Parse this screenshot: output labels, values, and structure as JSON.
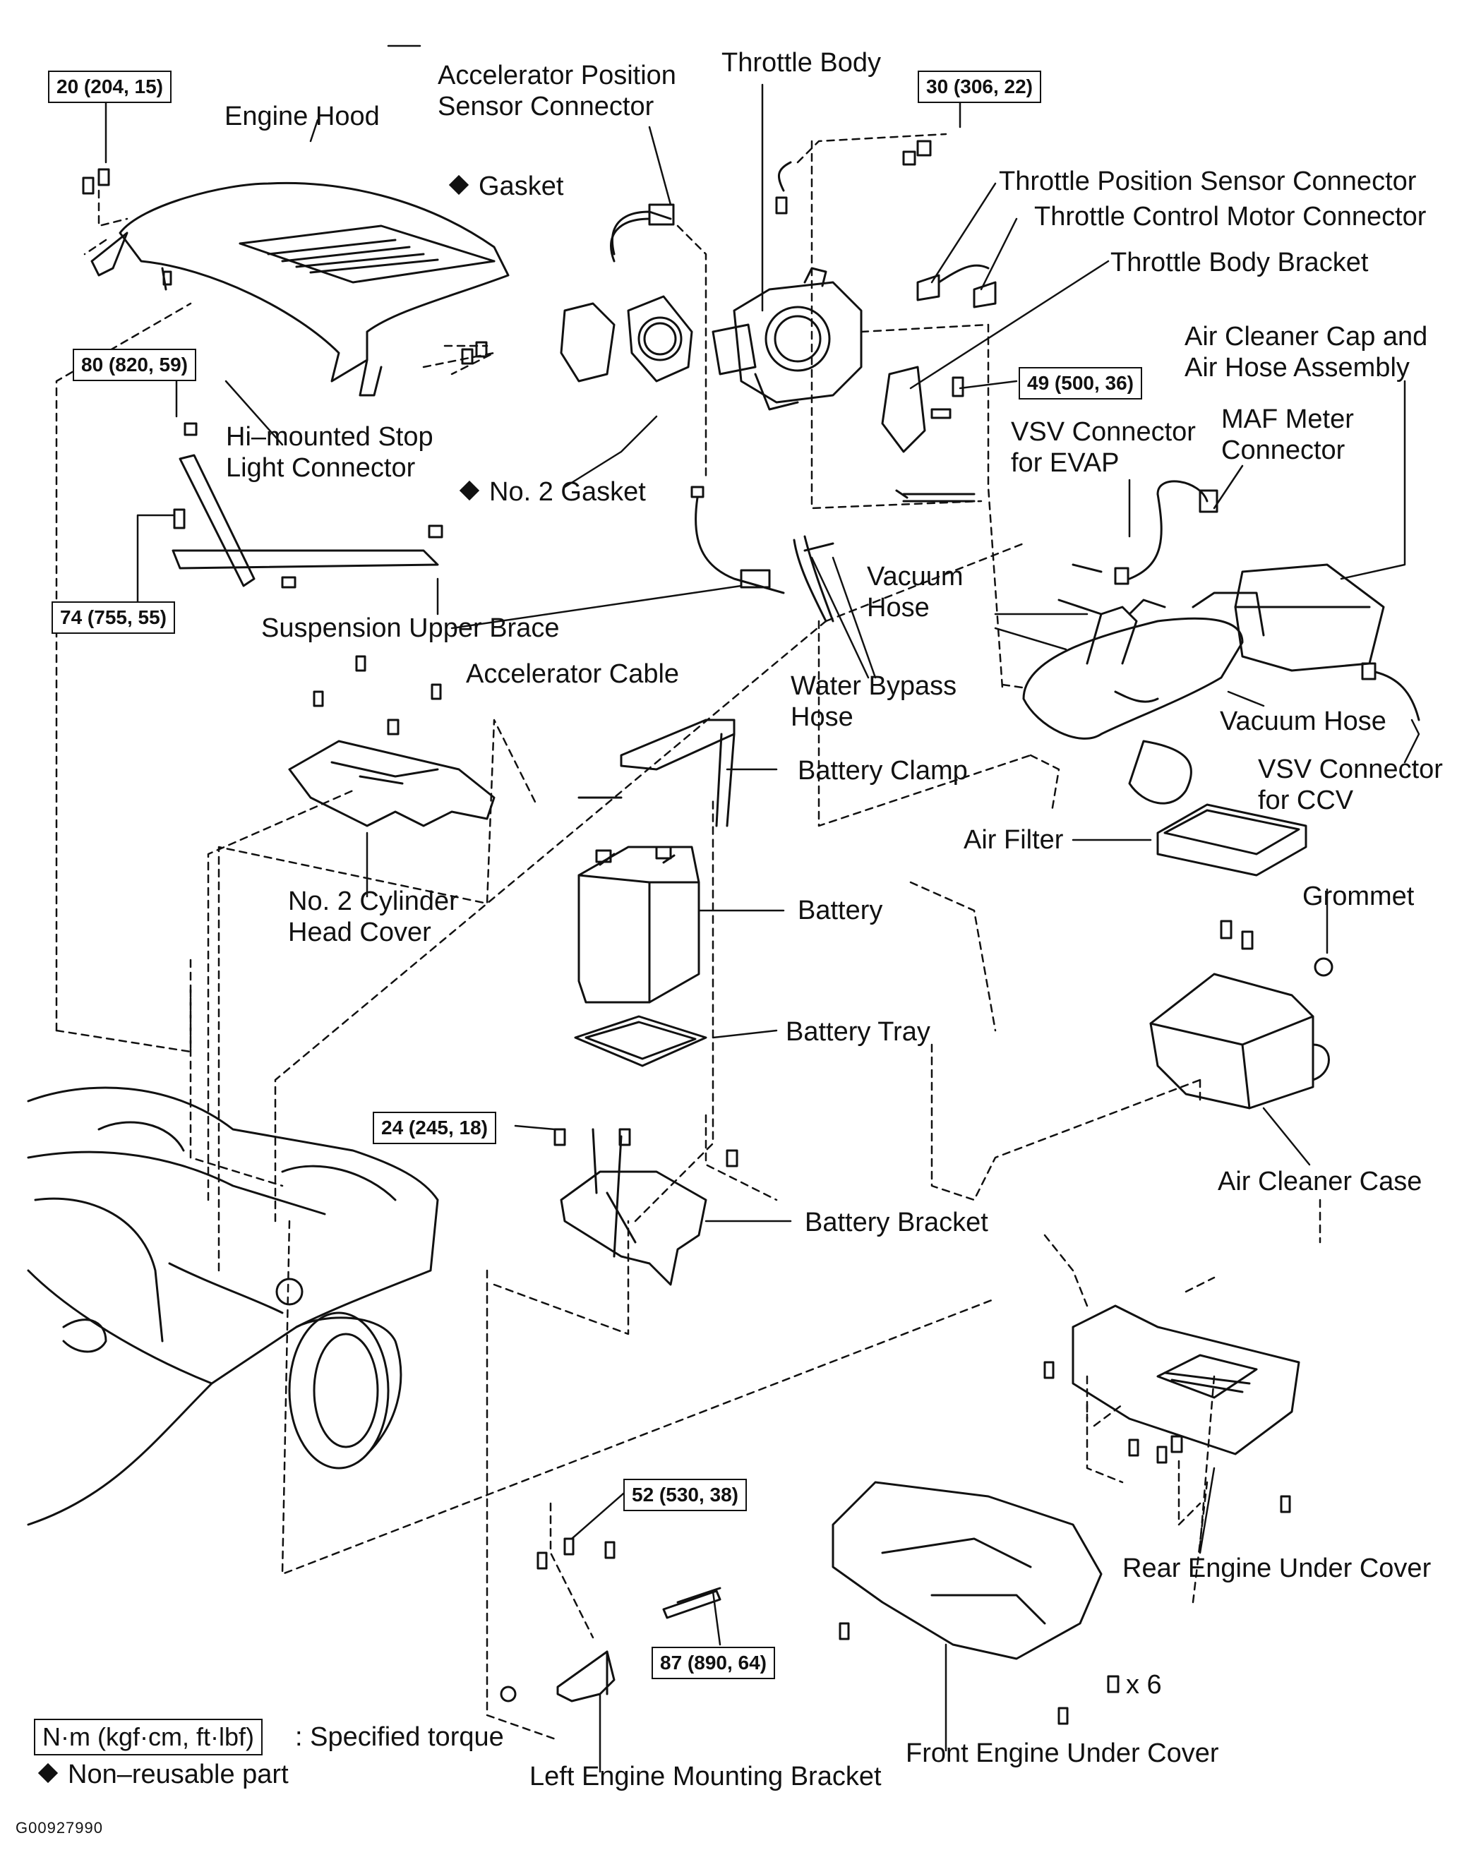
{
  "diagram_id": "G00927990",
  "labels": {
    "engine_hood": "Engine Hood",
    "accel_sensor_connector": "Accelerator Position\nSensor Connector",
    "throttle_body": "Throttle Body",
    "gasket": "Gasket",
    "tps_connector": "Throttle Position Sensor Connector",
    "tcm_connector": "Throttle Control Motor Connector",
    "throttle_body_bracket": "Throttle Body Bracket",
    "air_cleaner_cap": "Air Cleaner Cap and\nAir Hose Assembly",
    "vsv_evap": "VSV Connector\nfor EVAP",
    "maf_connector": "MAF Meter\nConnector",
    "stop_light_connector": "Hi–mounted Stop\nLight Connector",
    "no2_gasket": "No. 2 Gasket",
    "vacuum_hose_1": "Vacuum\nHose",
    "suspension_brace": "Suspension Upper Brace",
    "accelerator_cable": "Accelerator Cable",
    "water_bypass_hose": "Water Bypass\nHose",
    "vacuum_hose_2": "Vacuum Hose",
    "vsv_ccv": "VSV Connector\nfor CCV",
    "battery_clamp": "Battery Clamp",
    "air_filter": "Air Filter",
    "grommet": "Grommet",
    "cylinder_head_cover": "No. 2 Cylinder\nHead Cover",
    "battery": "Battery",
    "battery_tray": "Battery Tray",
    "air_cleaner_case": "Air Cleaner Case",
    "battery_bracket": "Battery Bracket",
    "rear_under_cover": "Rear Engine Under Cover",
    "front_under_cover": "Front Engine Under Cover",
    "left_mount_bracket": "Left Engine Mounting Bracket",
    "x6": "x 6"
  },
  "torques": {
    "t20": "20 (204, 15)",
    "t30": "30 (306, 22)",
    "t80": "80 (820, 59)",
    "t74": "74 (755, 55)",
    "t49": "49 (500, 36)",
    "t24": "24 (245, 18)",
    "t52": "52 (530, 38)",
    "t87": "87 (890, 64)"
  },
  "legend": {
    "torque_unit": "N·m (kgf·cm, ft·lbf)",
    "torque_text": ": Specified torque",
    "nonreusable": "Non–reusable part"
  }
}
